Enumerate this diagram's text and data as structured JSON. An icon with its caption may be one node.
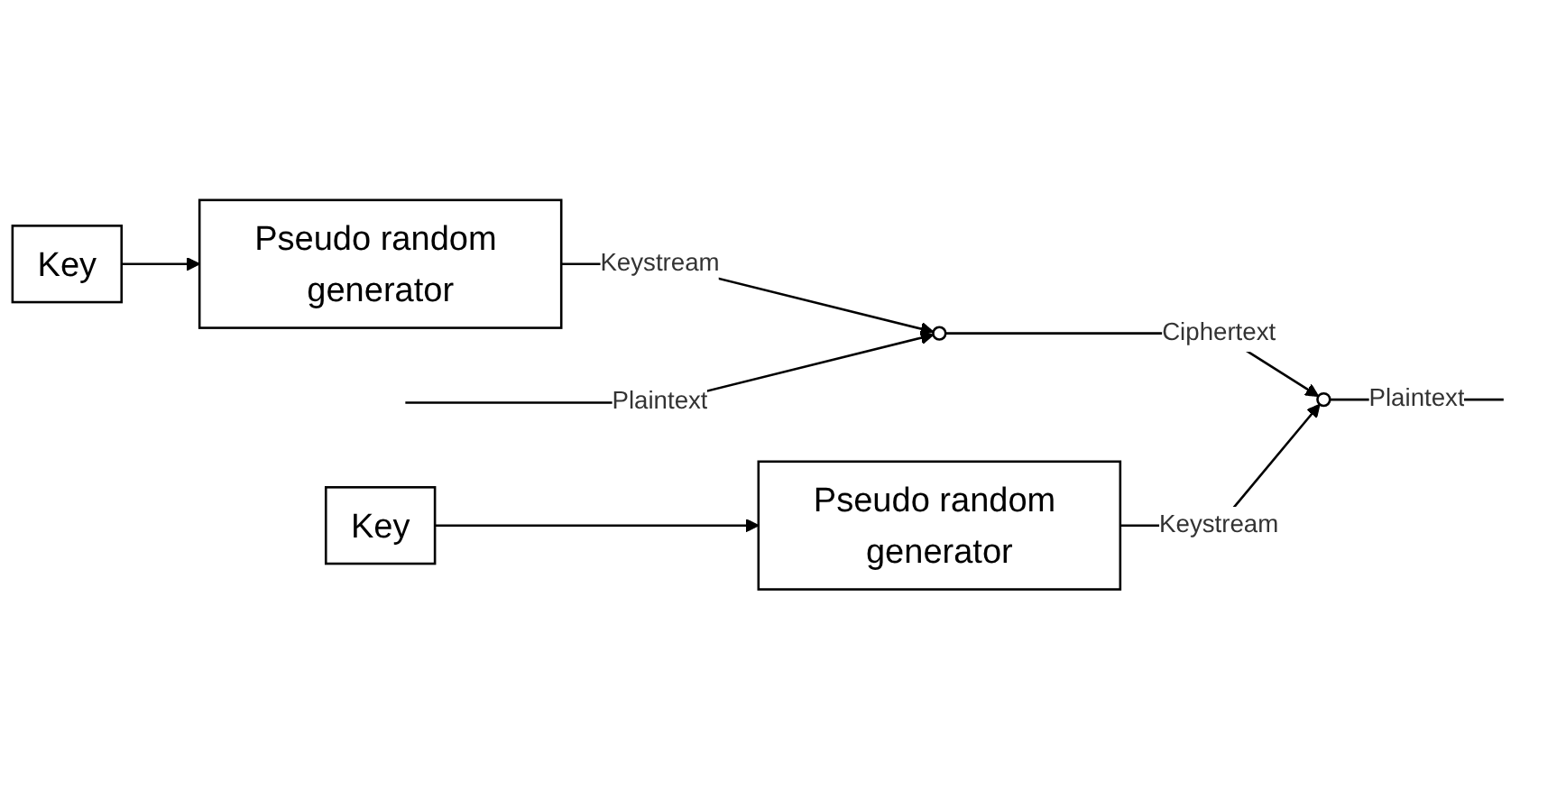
{
  "diagram": {
    "nodes": [
      {
        "text": [
          "Key"
        ]
      },
      {
        "text": [
          "Pseudo random generator"
        ]
      },
      {
        "text": [
          "Key"
        ]
      },
      {
        "text": [
          "Pseudo random generator"
        ]
      },
      {
        "text": [],
        "shape": "circle"
      },
      {
        "text": [],
        "shape": "circle"
      }
    ],
    "edges": [
      {
        "from": 0,
        "to": 1,
        "arrow": "to"
      },
      {
        "from": 1,
        "to": 4,
        "arrow": "to",
        "label": "Keystream"
      },
      {
        "from": null,
        "to": 4,
        "arrow": "to",
        "label": "Plaintext"
      },
      {
        "from": 4,
        "to": 5,
        "arrow": "to",
        "label": "Ciphertext"
      },
      {
        "from": 2,
        "to": 3,
        "arrow": "to"
      },
      {
        "from": 3,
        "to": 5,
        "arrow": "to",
        "label": "Keystream"
      },
      {
        "from": 5,
        "to": null,
        "arrow": "none",
        "label": "Plaintext"
      }
    ]
  }
}
